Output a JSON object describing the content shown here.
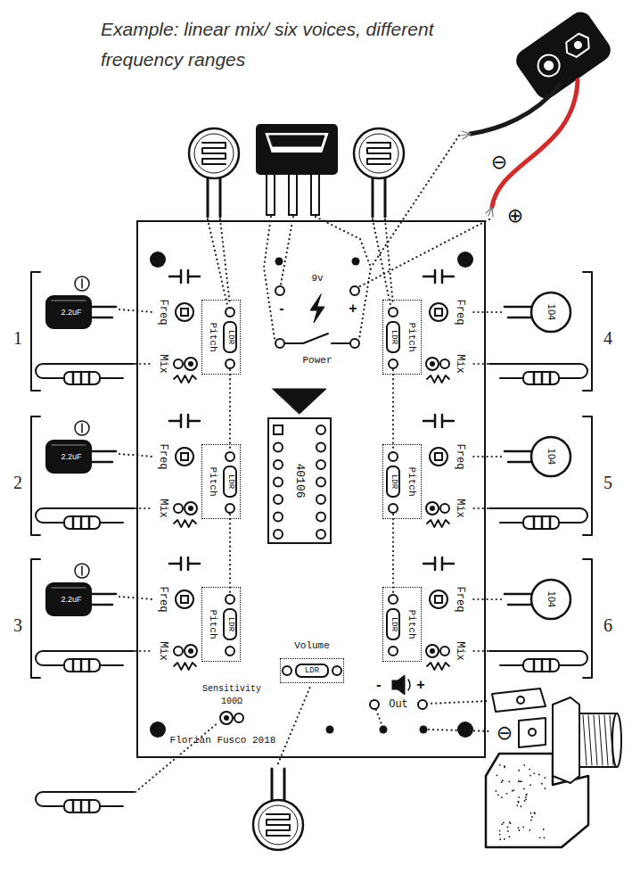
{
  "diagram": {
    "title": "Example: linear mix/ six voices, different frequency ranges",
    "nodes": [
      {
        "text": [
          "Florian Fusco 2018"
        ]
      },
      {
        "text": [
          "40106"
        ],
        "in": 0
      },
      {
        "text": [
          "LDR",
          "Pitch"
        ],
        "in": 0
      },
      {
        "text": [
          "LDR",
          "Pitch"
        ],
        "in": 0
      },
      {
        "text": [
          "LDR",
          "Pitch"
        ],
        "in": 0
      },
      {
        "text": [
          "LDR",
          "Pitch"
        ],
        "in": 0
      },
      {
        "text": [
          "LDR",
          "Pitch"
        ],
        "in": 0
      },
      {
        "text": [
          "LDR",
          "Pitch"
        ],
        "in": 0
      },
      {
        "text": [
          "Volume",
          "LDR"
        ],
        "in": 0
      }
    ],
    "labels": [
      "1",
      "2",
      "3",
      "4",
      "5",
      "6",
      "Freq",
      "Freq",
      "Freq",
      "Freq",
      "Freq",
      "Freq",
      "Mix",
      "Mix",
      "Mix",
      "Mix",
      "Mix",
      "Mix",
      "9v",
      "-",
      "+",
      "Power",
      "Out",
      "-",
      "+",
      "Sensitivity",
      "100Ω",
      "2.2uF",
      "2.2uF",
      "2.2uF",
      "104",
      "104",
      "104",
      "⊖",
      "⊕",
      "⊖"
    ]
  }
}
